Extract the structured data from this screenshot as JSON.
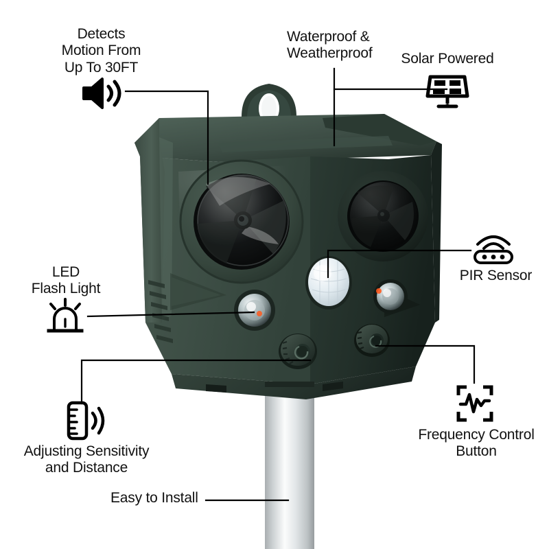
{
  "page": {
    "background_color": "#ffffff",
    "text_color": "#111111",
    "leader_color": "#000000",
    "product_name": "solar-ultrasonic-animal-repeller"
  },
  "product": {
    "housing_color_light": "#4b5d53",
    "housing_color_mid": "#3a4a42",
    "housing_color_dark": "#1f2b26",
    "speaker_color": "#0c0d0c",
    "pir_dome_color": "#e8eef2",
    "solar_strip_color": "#c9d0d2",
    "pole_color": "#d5d8da",
    "led_glow_color": "#ff5a1e"
  },
  "features": [
    {
      "id": "motion-detection",
      "label": "Detects\nMotion From\nUp To 30FT",
      "icon": "speaker-sound-icon"
    },
    {
      "id": "waterproof",
      "label": "Waterproof &\nWeatherproof",
      "icon": "none"
    },
    {
      "id": "solar-powered",
      "label": "Solar Powered",
      "icon": "solar-panel-icon"
    },
    {
      "id": "pir-sensor",
      "label": "PIR Sensor",
      "icon": "pir-signal-icon"
    },
    {
      "id": "frequency-control",
      "label": "Frequency Control\nButton",
      "icon": "waveform-square-icon"
    },
    {
      "id": "led-flash-light",
      "label": "LED\nFlash Light",
      "icon": "led-beacon-icon"
    },
    {
      "id": "adjusting-sensitivity",
      "label": "Adjusting Sensitivity\nand Distance",
      "icon": "ruler-signal-icon"
    },
    {
      "id": "easy-to-install",
      "label": "Easy to Install",
      "icon": "none"
    }
  ]
}
